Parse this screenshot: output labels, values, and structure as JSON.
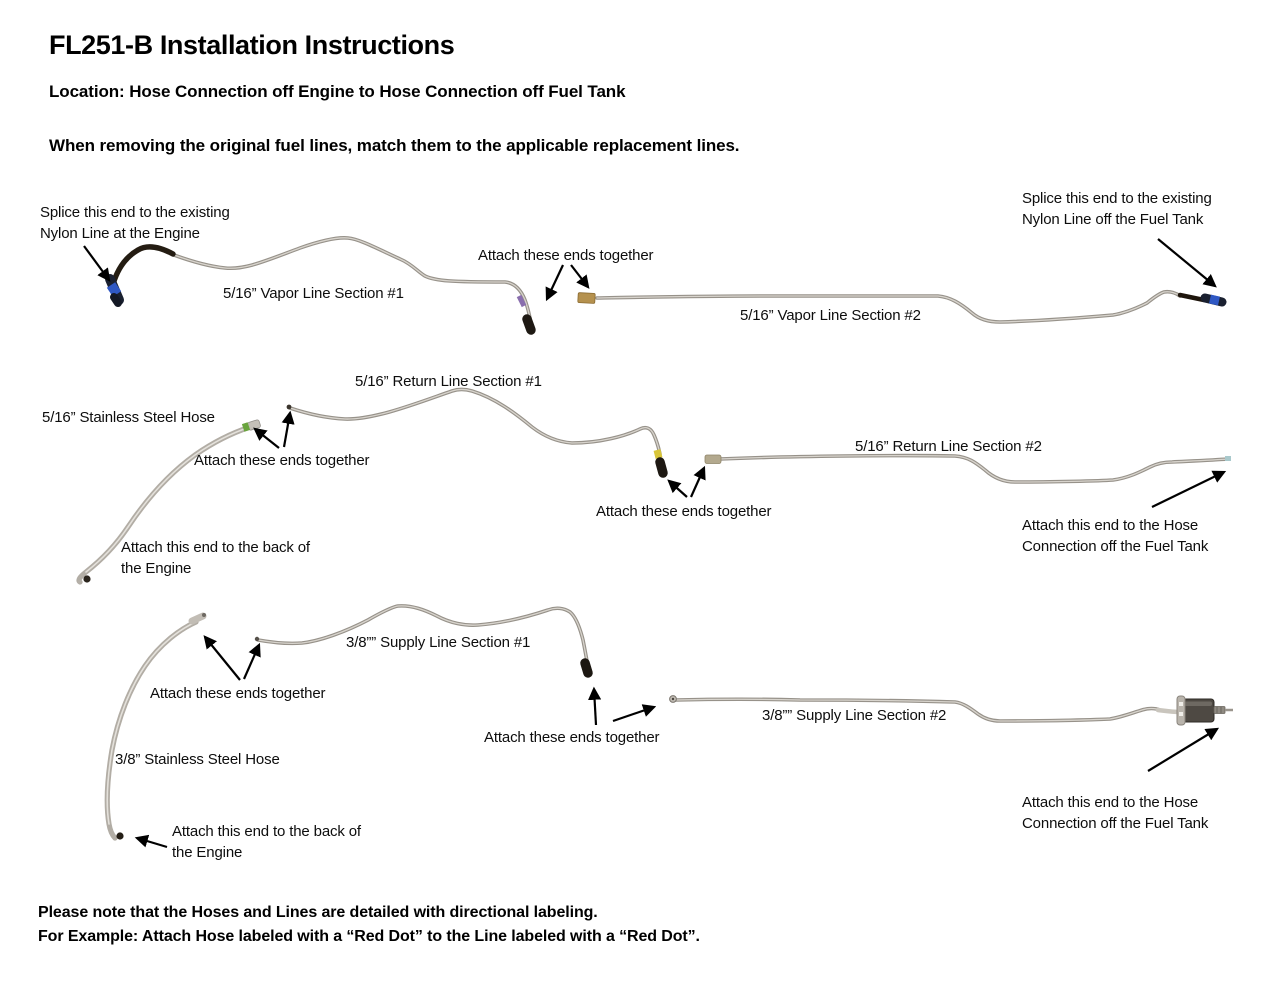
{
  "header": {
    "title": "FL251-B Installation Instructions",
    "location": "Location: Hose Connection off Engine to Hose Connection off Fuel Tank",
    "intro": "When removing the original fuel lines, match them to the applicable replacement lines."
  },
  "vapor": {
    "line1_label": "5/16” Vapor Line Section #1",
    "line2_label": "5/16” Vapor Line Section #2",
    "splice_engine": "Splice this end to the existing\nNylon Line at the Engine",
    "splice_tank": "Splice this end to the existing\nNylon Line off the Fuel Tank",
    "attach_ends": "Attach these ends together"
  },
  "return": {
    "line1_label": "5/16” Return Line Section #1",
    "line2_label": "5/16” Return Line Section #2",
    "hose_label": "5/16” Stainless Steel Hose",
    "attach_ends_left": "Attach these ends together",
    "attach_ends_mid": "Attach these ends together",
    "attach_engine": "Attach this end to the back of\nthe Engine",
    "attach_tank": "Attach this end to the Hose\nConnection off the Fuel Tank"
  },
  "supply": {
    "line1_label": "3/8”” Supply Line Section #1",
    "line2_label": "3/8”” Supply Line Section #2",
    "hose_label": "3/8” Stainless Steel Hose",
    "attach_ends_left": "Attach these ends together",
    "attach_ends_mid": "Attach these ends together",
    "attach_engine": "Attach this end to the back of\nthe Engine",
    "attach_tank": "Attach this end to the Hose\nConnection off the Fuel Tank"
  },
  "footer": {
    "note": "Please note that the Hoses and Lines are detailed with directional labeling.\nFor Example: Attach Hose labeled with a “Red Dot” to the Line labeled with a “Red Dot”."
  },
  "colors": {
    "background": "#ffffff",
    "text": "#000000",
    "tube": "#97928a",
    "tube_highlight": "#d8d4cd",
    "braided_hose": "#b2ada5",
    "arrow": "#000000",
    "fitting_blue": "#2f58c4",
    "fitting_dark": "#1a2030",
    "fitting_brass": "#b5914e",
    "band_green": "#6aa43e",
    "band_yellow": "#d8c53a",
    "band_purple": "#8a6fae",
    "tip_black": "#1e1913",
    "filter_body": "#4e4943",
    "filter_cap": "#b9b4ac"
  }
}
